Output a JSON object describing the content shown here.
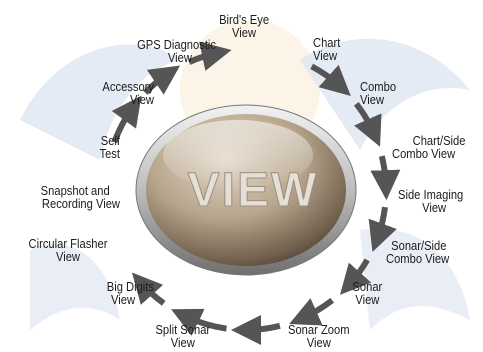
{
  "center_button": {
    "label": "VIEW"
  },
  "views": [
    {
      "id": "birds-eye",
      "line1": "Bird's Eye",
      "line2": "View"
    },
    {
      "id": "chart",
      "line1": "Chart",
      "line2": "View"
    },
    {
      "id": "combo",
      "line1": "Combo",
      "line2": "View"
    },
    {
      "id": "chart-side-combo",
      "line1": "Chart/Side",
      "line2": "Combo View"
    },
    {
      "id": "side-imaging",
      "line1": "Side Imaging",
      "line2": "View"
    },
    {
      "id": "sonar-side-combo",
      "line1": "Sonar/Side",
      "line2": "Combo View"
    },
    {
      "id": "sonar",
      "line1": "Sonar",
      "line2": "View"
    },
    {
      "id": "sonar-zoom",
      "line1": "Sonar Zoom",
      "line2": "View"
    },
    {
      "id": "split-sonar",
      "line1": "Split Sonar",
      "line2": "View"
    },
    {
      "id": "big-digits",
      "line1": "Big Digits",
      "line2": "View"
    },
    {
      "id": "circular-flasher",
      "line1": "Circular Flasher",
      "line2": "View"
    },
    {
      "id": "snapshot-recording",
      "line1": "Snapshot and",
      "line2": "Recording View"
    },
    {
      "id": "self-test",
      "line1": "Self",
      "line2": "Test"
    },
    {
      "id": "accessory",
      "line1": "Accessory",
      "line2": "View"
    },
    {
      "id": "gps-diagnostic",
      "line1": "GPS Diagnostic",
      "line2": "View"
    }
  ],
  "colors": {
    "arrow": "#555555",
    "button_center": "#c9b9a2",
    "button_edge": "#3c3328",
    "bezel": "#b8b8b8",
    "watermark_blue": "#dfe6f2",
    "watermark_orange": "#f7ebd4"
  }
}
